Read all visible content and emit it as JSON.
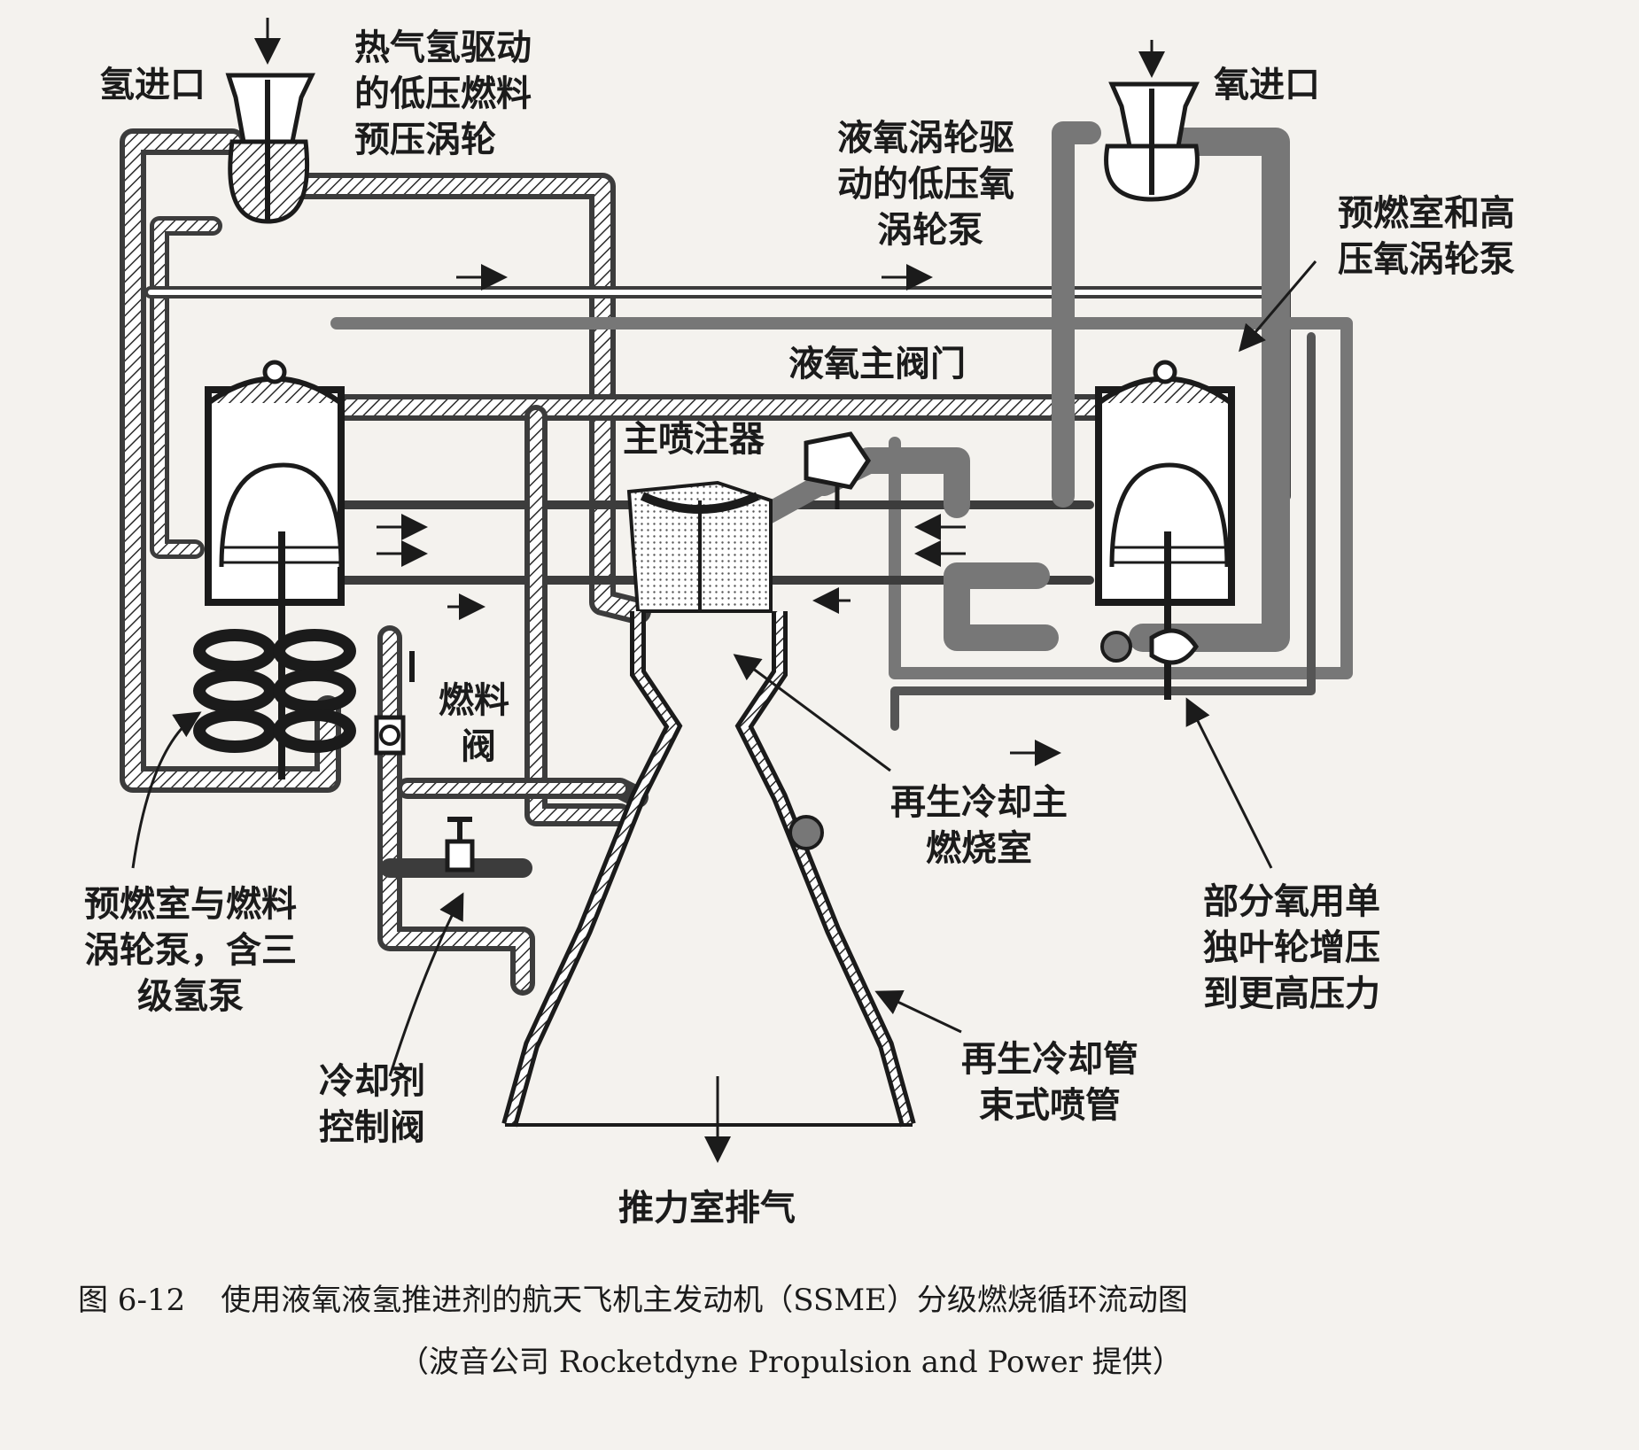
{
  "labels": {
    "hydrogen_inlet": "氢进口",
    "oxygen_inlet": "氧进口",
    "lp_fuel_turbopump": [
      "热气氢驱动",
      "的低压燃料",
      "预压涡轮"
    ],
    "lp_ox_turbopump": [
      "液氧涡轮驱",
      "动的低压氧",
      "涡轮泵"
    ],
    "preburner_hp_ox_pump": [
      "预燃室和高",
      "压氧涡轮泵"
    ],
    "main_ox_valve": "液氧主阀门",
    "main_injector": "主喷注器",
    "fuel_valve": [
      "燃料",
      "阀"
    ],
    "regen_cooled_chamber": [
      "再生冷却主",
      "燃烧室"
    ],
    "fuel_preburner_pump": [
      "预燃室与燃料",
      "涡轮泵，含三",
      "级氢泵"
    ],
    "boost_impeller": [
      "部分氧用单",
      "独叶轮增压",
      "到更高压力"
    ],
    "coolant_control_valve": [
      "冷却剂",
      "控制阀"
    ],
    "regen_tube_nozzle": [
      "再生冷却管",
      "束式喷管"
    ],
    "chamber_exhaust": "推力室排气"
  },
  "caption": {
    "figure_number": "图 6-12",
    "title": "使用液氧液氢推进剂的航天飞机主发动机（SSME）分级燃烧循环流动图",
    "credit": "（波音公司 Rocketdyne Propulsion and Power 提供）"
  },
  "colors": {
    "background": "#f4f2ee",
    "ink": "#1b1b1b",
    "fuel_line": "#3c3c3c",
    "oxidizer_line": "#777777",
    "injector_fill": "#d9d6cf"
  }
}
